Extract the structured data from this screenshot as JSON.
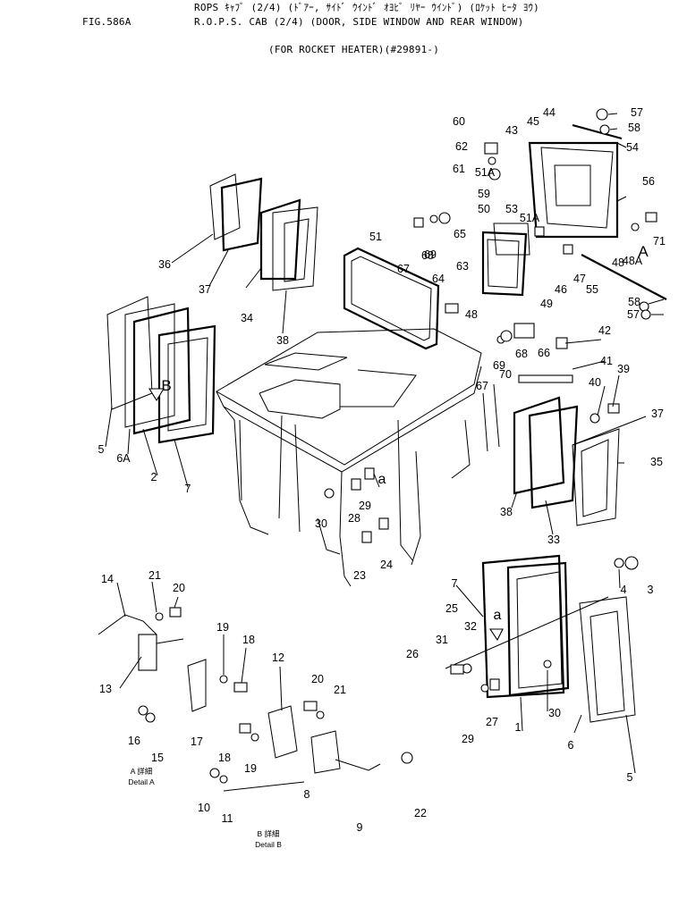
{
  "header": {
    "fig": "FIG.586A",
    "title_jp": "ROPS ｷｬﾌﾞ (2/4) (ﾄﾞｱｰ, ｻｲﾄﾞ ｳｲﾝﾄﾞ ｵﾖﾋﾞ ﾘﾔｰ ｳｲﾝﾄﾞ) (ﾛｹｯﾄ ﾋｰﾀ ﾖｳ)",
    "title_en": "R.O.P.S. CAB (2/4) (DOOR, SIDE WINDOW AND REAR WINDOW)",
    "subtitle": "(FOR ROCKET HEATER)(#29891-)"
  },
  "callouts": [
    "1",
    "2",
    "3",
    "4",
    "5",
    "5",
    "6",
    "6A",
    "7",
    "7",
    "8",
    "9",
    "10",
    "11",
    "12",
    "13",
    "14",
    "15",
    "16",
    "17",
    "18",
    "18",
    "19",
    "19",
    "20",
    "20",
    "21",
    "21",
    "22",
    "23",
    "24",
    "25",
    "26",
    "27",
    "28",
    "29",
    "29",
    "30",
    "30",
    "31",
    "32",
    "33",
    "34",
    "35",
    "36",
    "37",
    "37",
    "38",
    "38",
    "39",
    "40",
    "41",
    "42",
    "43",
    "44",
    "45",
    "46",
    "47",
    "48",
    "48",
    "48A",
    "49",
    "50",
    "51",
    "51A",
    "51A",
    "53",
    "54",
    "55",
    "56",
    "57",
    "57",
    "58",
    "58",
    "59",
    "60",
    "61",
    "62",
    "63",
    "64",
    "65",
    "66",
    "67",
    "67",
    "68",
    "68",
    "69",
    "69",
    "70",
    "71",
    "A",
    "B",
    "a",
    "a"
  ],
  "details": {
    "a_jp": "A 詳細",
    "a_en": "Detail A",
    "b_jp": "B 詳細",
    "b_en": "Detail B"
  }
}
